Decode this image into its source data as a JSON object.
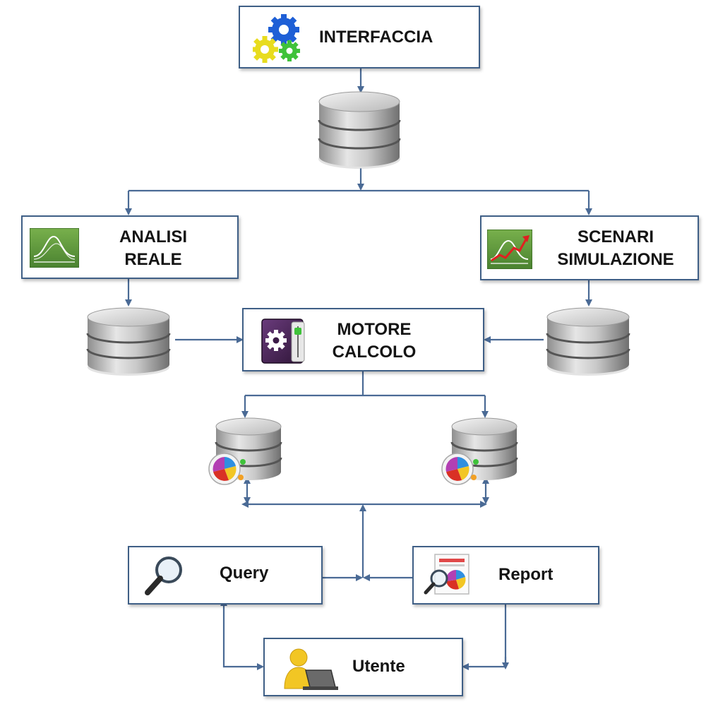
{
  "nodes": {
    "interfaccia": {
      "line1": "INTERFACCIA"
    },
    "analisi": {
      "line1": "ANALISI",
      "line2": "REALE"
    },
    "scenari": {
      "line1": "SCENARI",
      "line2": "SIMULAZIONE"
    },
    "motore": {
      "line1": "MOTORE",
      "line2": "CALCOLO"
    },
    "query": {
      "line1": "Query"
    },
    "report": {
      "line1": "Report"
    },
    "utente": {
      "line1": "Utente"
    }
  },
  "icons": {
    "interfaccia": "gears-icon",
    "analisi": "bell-curve-chart-icon",
    "scenari": "trend-chart-icon",
    "motore": "engine-app-icon",
    "query": "magnifier-icon",
    "report": "report-chart-icon",
    "utente": "user-laptop-icon",
    "database": "database-icon",
    "database_chart": "database-chart-icon"
  },
  "colors": {
    "box_border": "#3f5f86",
    "connector": "#4a6a95",
    "gear_blue": "#1e5fd6",
    "gear_yellow": "#e8dc1e",
    "gear_green": "#3fc23a",
    "chart_green": "#5e9a3a",
    "user_yellow": "#f2c624"
  }
}
